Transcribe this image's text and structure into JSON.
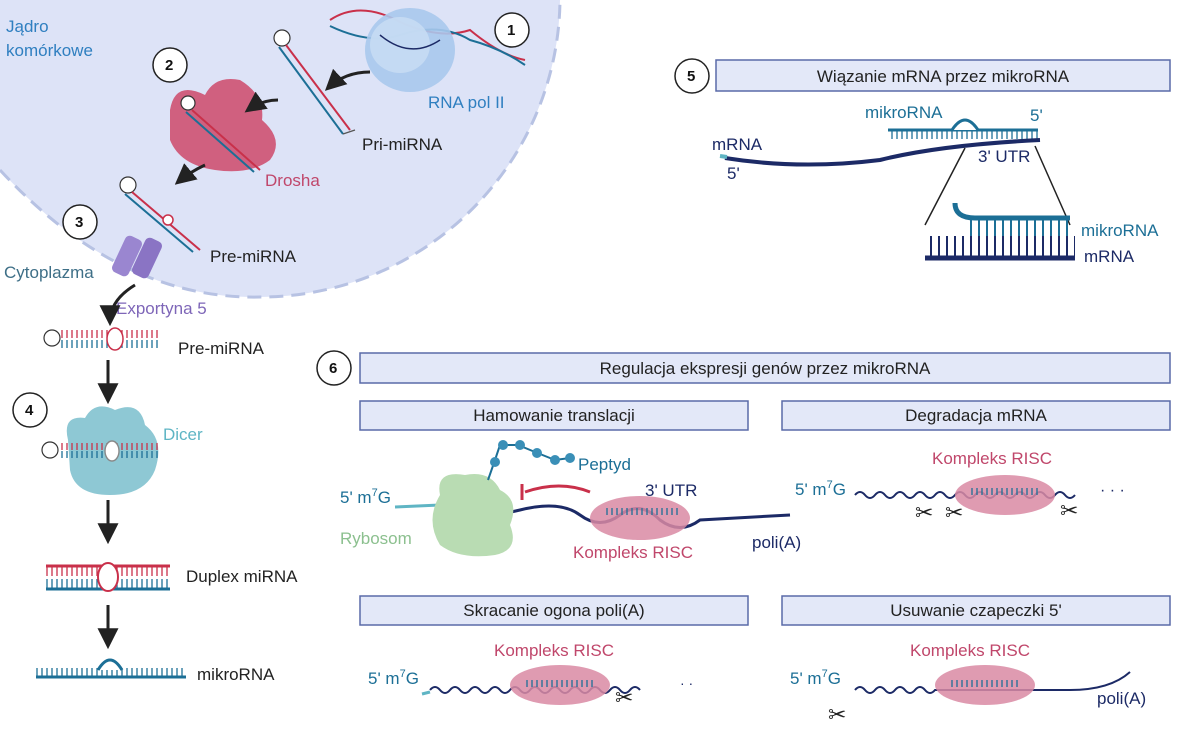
{
  "nucleus": {
    "label_line1": "Jądro",
    "label_line2": "komórkowe"
  },
  "cytoplasm_label": "Cytoplazma",
  "steps": [
    "1",
    "2",
    "3",
    "4",
    "5",
    "6"
  ],
  "labels": {
    "rna_pol": "RNA pol II",
    "pri_mirna": "Pri-miRNA",
    "drosha": "Drosha",
    "pre_mirna_nucleus": "Pre-miRNA",
    "exportin": "Exportyna 5",
    "pre_mirna_cyto": "Pre-miRNA",
    "dicer": "Dicer",
    "duplex": "Duplex miRNA",
    "mikrorna_final": "mikroRNA"
  },
  "panel5": {
    "title": "Wiązanie mRNA przez mikroRNA",
    "mikrorna": "mikroRNA",
    "five_prime_top": "5'",
    "mrna": "mRNA",
    "five_prime_left": "5'",
    "utr": "3' UTR",
    "zoom_mikrorna": "mikroRNA",
    "zoom_mrna": "mRNA"
  },
  "panel6": {
    "title": "Regulacja ekspresji genów przez mikroRNA",
    "sub1": {
      "title": "Hamowanie translacji",
      "peptyd": "Peptyd",
      "cap": "5' m",
      "cap_sup": "7",
      "cap_g": "G",
      "utr": "3' UTR",
      "ribosom": "Rybosom",
      "risc": "Kompleks RISC",
      "polya": "poli(A)"
    },
    "sub2": {
      "title": "Degradacja mRNA",
      "risc": "Kompleks RISC",
      "cap": "5' m",
      "cap_sup": "7",
      "cap_g": "G"
    },
    "sub3": {
      "title": "Skracanie ogona poli(A)",
      "risc": "Kompleks RISC",
      "cap": "5' m",
      "cap_sup": "7",
      "cap_g": "G"
    },
    "sub4": {
      "title": "Usuwanie czapeczki 5'",
      "risc": "Kompleks RISC",
      "cap": "5' m",
      "cap_sup": "7",
      "cap_g": "G",
      "polya": "poli(A)"
    }
  },
  "colors": {
    "nucleus_fill": "#dde3f7",
    "box_fill": "#e3e8f8",
    "box_stroke": "#5a6aa8",
    "mrna_navy": "#1c2a66",
    "mirna_teal": "#1c6f96",
    "risc_pink": "#d98aa3",
    "ribosome_green": "#b9dcb3",
    "drosha_pink": "#d0607f",
    "dicer_cyan": "#8ec8d4",
    "exportin_purple": "#9a86d0",
    "strand_red": "#c9304a"
  }
}
